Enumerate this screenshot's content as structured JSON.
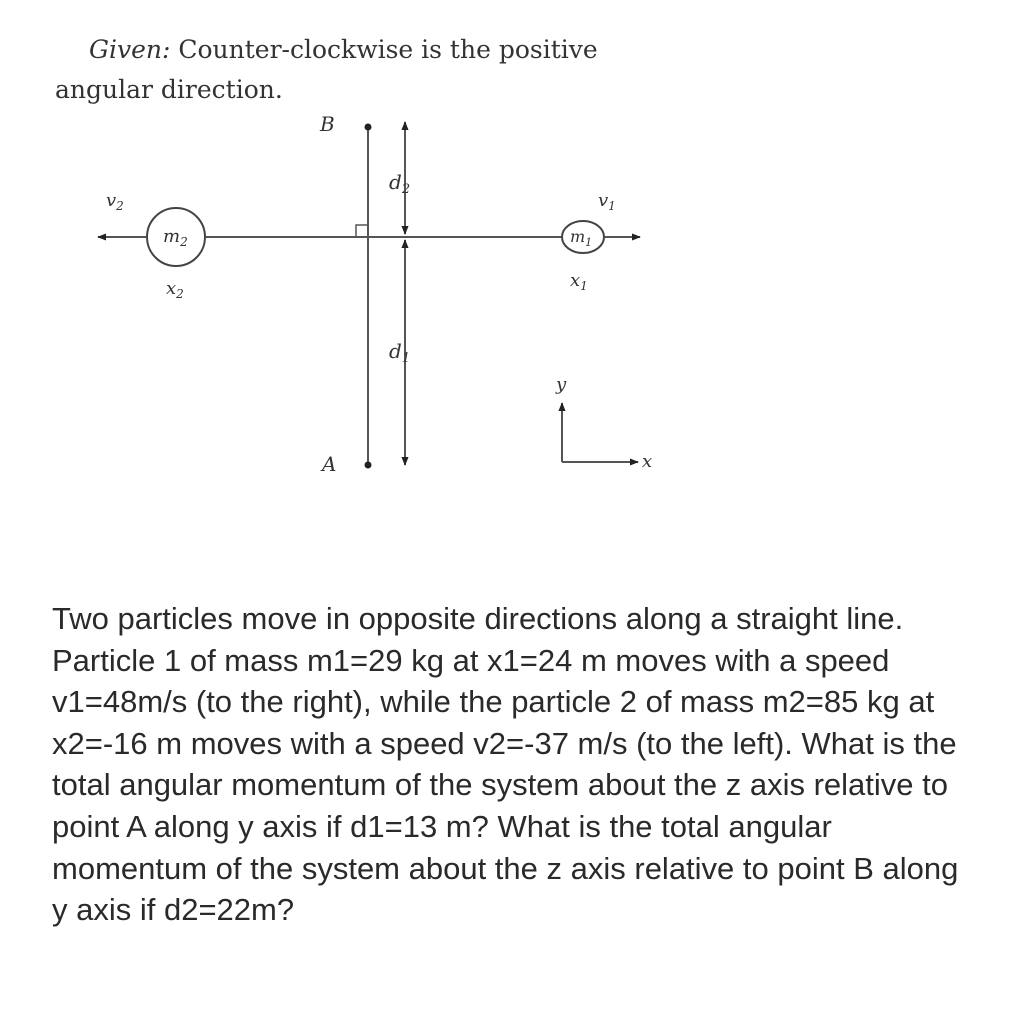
{
  "given": {
    "label": "Given:",
    "text": "Counter-clockwise is the positive angular direction."
  },
  "diagram": {
    "labels": {
      "B": "B",
      "A": "A",
      "d2": "d",
      "d2_sub": "2",
      "d1": "d",
      "d1_sub": "1",
      "v2": "v",
      "v2_sub": "2",
      "v1": "v",
      "v1_sub": "1",
      "m2": "m",
      "m2_sub": "2",
      "m1": "m",
      "m1_sub": "1",
      "x2": "x",
      "x2_sub": "2",
      "x1": "x",
      "x1_sub": "1",
      "y_axis": "y",
      "x_axis": "x"
    },
    "colors": {
      "line": "#555555",
      "arrow": "#222222",
      "circle": "#444444"
    }
  },
  "problem": {
    "text": "Two particles move in opposite directions along a straight line. Particle 1 of mass m1=29 kg at x1=24 m moves with a speed v1=48m/s (to the right), while the particle 2 of mass m2=85 kg at x2=-16 m moves with a speed v2=-37 m/s (to the left). What is the total angular momentum of the system about the z axis relative to point A along y axis if d1=13 m? What is the total angular momentum of the system about the z axis relative to point B along y axis if d2=22m?"
  }
}
